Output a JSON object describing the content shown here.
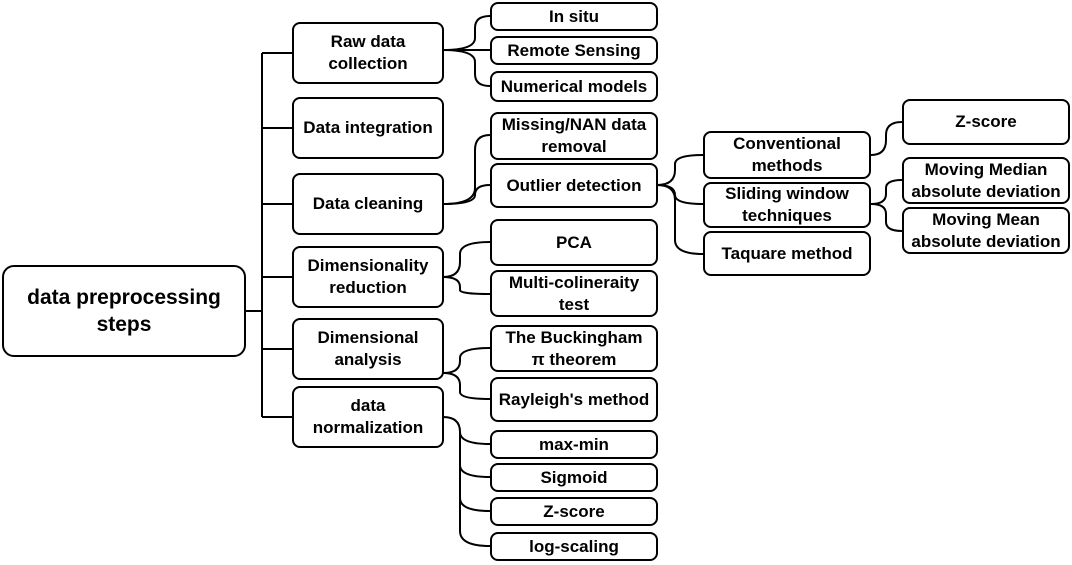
{
  "root": {
    "label_lines": [
      "data preprocessing",
      "steps"
    ]
  },
  "categories": [
    {
      "id": "raw",
      "label_lines": [
        "Raw data",
        "collection"
      ]
    },
    {
      "id": "integration",
      "label_lines": [
        "Data integration"
      ]
    },
    {
      "id": "cleaning",
      "label_lines": [
        "Data cleaning"
      ]
    },
    {
      "id": "dimred",
      "label_lines": [
        "Dimensionality",
        "reduction"
      ]
    },
    {
      "id": "dimanalysis",
      "label_lines": [
        "Dimensional",
        "analysis"
      ]
    },
    {
      "id": "normalization",
      "label_lines": [
        "data",
        "normalization"
      ]
    }
  ],
  "raw_children": [
    {
      "id": "insitu",
      "label_lines": [
        "In situ"
      ]
    },
    {
      "id": "remote",
      "label_lines": [
        "Remote Sensing"
      ]
    },
    {
      "id": "numerical",
      "label_lines": [
        "Numerical models"
      ]
    }
  ],
  "cleaning_children": [
    {
      "id": "missing",
      "label_lines": [
        "Missing/NAN data",
        "removal"
      ]
    },
    {
      "id": "outlier",
      "label_lines": [
        "Outlier detection"
      ]
    }
  ],
  "outlier_children": [
    {
      "id": "conventional",
      "label_lines": [
        "Conventional",
        "methods"
      ]
    },
    {
      "id": "sliding",
      "label_lines": [
        "Sliding window",
        "techniques"
      ]
    },
    {
      "id": "taquare",
      "label_lines": [
        "Taquare method"
      ]
    }
  ],
  "conventional_children": [
    {
      "id": "zscore-outlier",
      "label_lines": [
        "Z-score"
      ]
    }
  ],
  "sliding_children": [
    {
      "id": "moving-median",
      "label_lines": [
        "Moving Median",
        "absolute deviation"
      ]
    },
    {
      "id": "moving-mean",
      "label_lines": [
        "Moving Mean",
        "absolute deviation"
      ]
    }
  ],
  "dimred_children": [
    {
      "id": "pca",
      "label_lines": [
        "PCA"
      ]
    },
    {
      "id": "multicol",
      "label_lines": [
        "Multi-colinerаity",
        "test"
      ]
    }
  ],
  "dimanalysis_children": [
    {
      "id": "buckingham",
      "label_lines": [
        "The Buckingham",
        "π theorem"
      ]
    },
    {
      "id": "rayleigh",
      "label_lines": [
        "Rayleigh's method"
      ]
    }
  ],
  "normalization_children": [
    {
      "id": "maxmin",
      "label_lines": [
        "max-min"
      ]
    },
    {
      "id": "sigmoid",
      "label_lines": [
        "Sigmoid"
      ]
    },
    {
      "id": "zscore-norm",
      "label_lines": [
        "Z-score"
      ]
    },
    {
      "id": "logscaling",
      "label_lines": [
        "log-scaling"
      ]
    }
  ]
}
